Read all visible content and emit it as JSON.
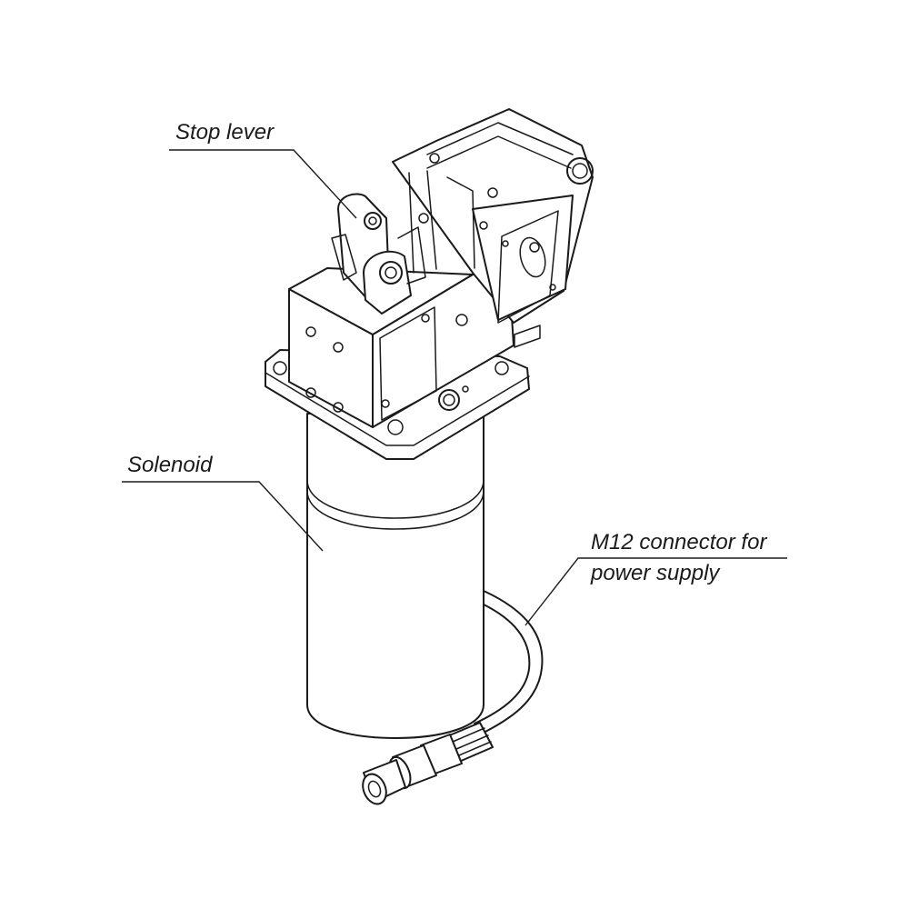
{
  "callouts": {
    "stop_lever": "Stop lever",
    "solenoid": "Solenoid",
    "m12_line1": "M12 connector for",
    "m12_line2": "power supply"
  },
  "colors": {
    "ink": "#1a1a1a",
    "background": "#ffffff"
  }
}
